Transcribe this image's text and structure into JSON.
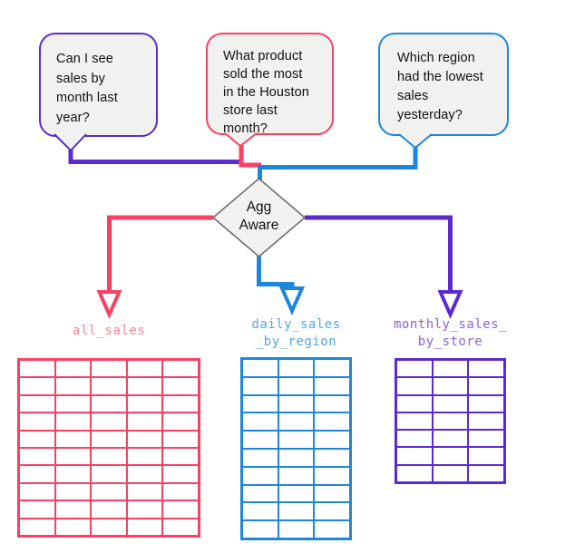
{
  "colors": {
    "purple": "#5c2ad1",
    "pink": "#fb4064",
    "blue": "#1d87dc",
    "bubble_fill": "#f1f1ef",
    "diamond_fill": "#f2f2f1",
    "diamond_border": "#6e6e6e",
    "text": "#111111"
  },
  "bubbles": [
    {
      "text": "Can I see\nsales by\nmonth last\nyear?",
      "border_color": "#5c2ad1"
    },
    {
      "text": "What product\nsold the most\nin the Houston\nstore last\nmonth?",
      "border_color": "#fb4064"
    },
    {
      "text": "Which region\nhad the lowest\nsales\nyesterday?",
      "border_color": "#1d87dc"
    }
  ],
  "decision": {
    "label": "Agg\nAware"
  },
  "tables": [
    {
      "label": "all_sales",
      "color": "#fb4064",
      "label_color": "#f9849b",
      "rows": 10,
      "cols": 5
    },
    {
      "label": "daily_sales\n_by_region",
      "color": "#1d87dc",
      "label_color": "#55a6e4",
      "rows": 10,
      "cols": 3
    },
    {
      "label": "monthly_sales_\nby_store",
      "color": "#5c2ad1",
      "label_color": "#8a63dd",
      "rows": 7,
      "cols": 3
    }
  ]
}
